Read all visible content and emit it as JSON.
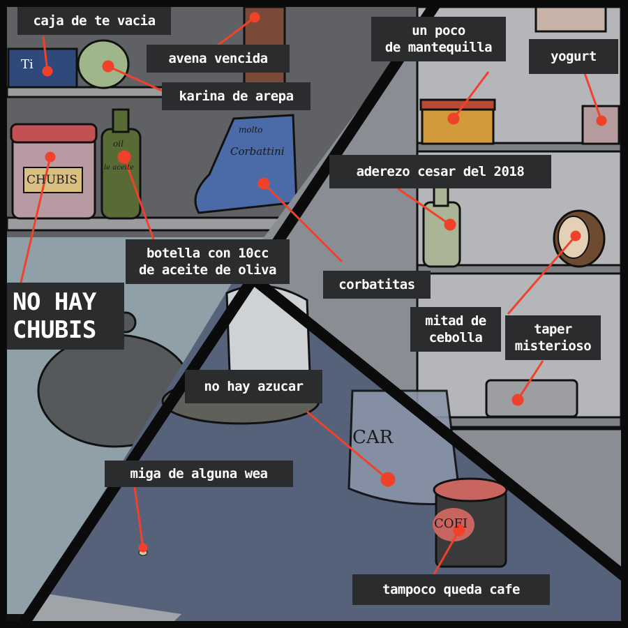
{
  "labels": {
    "tea_box": "caja de te vacia",
    "oats": "avena vencida",
    "arepa_flour": "karina de arepa",
    "butter_line1": "un poco",
    "butter_line2": "de mantequilla",
    "yogurt": "yogurt",
    "caesar_dressing": "aderezo cesar del 2018",
    "olive_oil_line1": "botella con 10cc",
    "olive_oil_line2": "de aceite de oliva",
    "pasta": "corbatitas",
    "no_chubis_line1": "NO HAY",
    "no_chubis_line2": "CHUBIS",
    "onion_line1": "mitad de",
    "onion_line2": "cebolla",
    "tupper_line1": "taper",
    "tupper_line2": "misterioso",
    "sugar": "no hay azucar",
    "crumb": "miga de alguna wea",
    "coffee": "tampoco queda cafe"
  },
  "drawn_text": {
    "tea_box": "Ti",
    "chubis_jar": "CHUBIS",
    "oil_bottle_1": "oil",
    "oil_bottle_2": "le aceite",
    "pasta_bag_1": "molto",
    "pasta_bag_2": "Corbattini",
    "sugar_jar": "CAR",
    "coffee_jar": "COFI"
  },
  "colors": {
    "annotation": "#f0412b",
    "label_bg": "#2a2c2e",
    "label_text": "#ffffff"
  }
}
